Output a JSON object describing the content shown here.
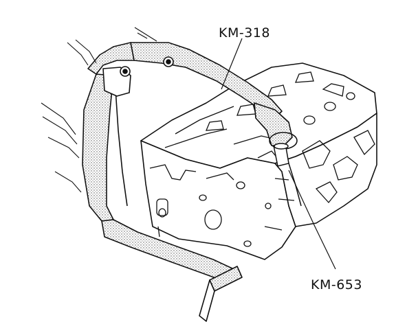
{
  "diagram": {
    "callouts": [
      {
        "id": "km-318",
        "text": "KM-318"
      },
      {
        "id": "km-653",
        "text": "KM-653"
      }
    ],
    "colors": {
      "background": "#ffffff",
      "ink": "#111111",
      "stipple": "#8a8a8a"
    }
  }
}
